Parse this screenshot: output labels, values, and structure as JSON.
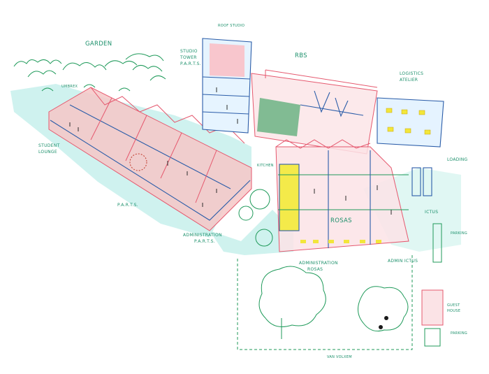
{
  "labels": {
    "garden": "GARDEN",
    "roof_studio": "ROOF STUDIO",
    "studio_tower_1": "STUDIO",
    "studio_tower_2": "TOWER",
    "studio_tower_3": "P.A.R.T.S.",
    "rbs": "RBS",
    "logistics_1": "LOGISTICS",
    "logistics_2": "ATELIER",
    "umbrex": "UMBREX",
    "student_lounge_1": "STUDENT",
    "student_lounge_2": "LOUNGE",
    "parts": "P.A.R.T.S.",
    "admin_parts_1": "ADMINISTRATION",
    "admin_parts_2": "P.A.R.T.S.",
    "rosas": "ROSAS",
    "admin_rosas_1": "ADMINISTRATION",
    "admin_rosas_2": "ROSAS",
    "admin_ictus": "ADMIN ICTUS",
    "ictus": "ICTUS",
    "loading": "LOADING",
    "parking_1": "PARKING",
    "parking_2": "PARKING",
    "guest_house_1": "GUEST",
    "guest_house_2": "HOUSE",
    "van_volxem": "VAN VOLXEM",
    "kitchen": "KITCHEN"
  },
  "colors": {
    "pink": "#e5586e",
    "cyan": "#3fd0c8",
    "green": "#1f9a5a",
    "blue": "#2a5ca8",
    "yellow": "#f2e63a"
  }
}
